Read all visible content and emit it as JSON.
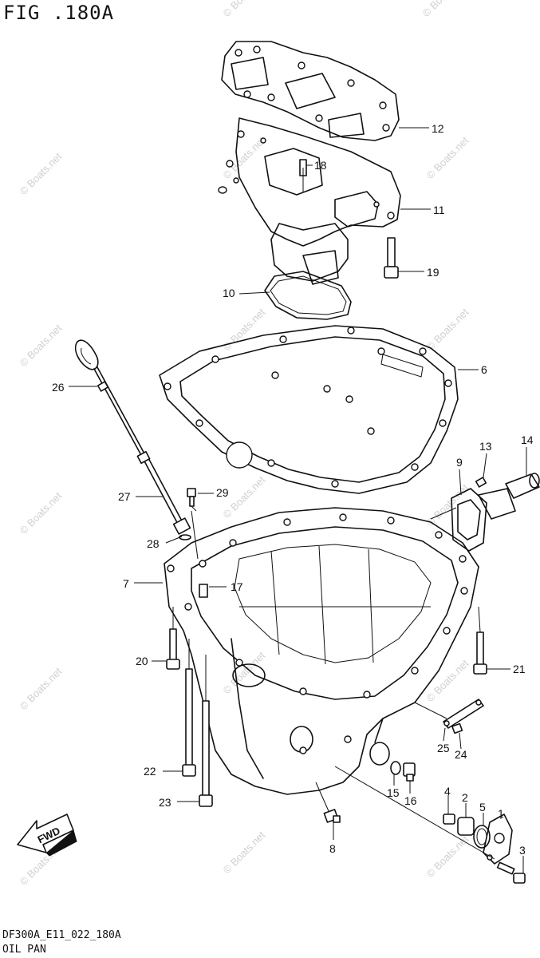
{
  "figure": {
    "title": "FIG .180A",
    "code": "DF300A_E11_022_180A",
    "name": "OIL PAN"
  },
  "watermark": "© Boats.net",
  "callouts": [
    {
      "num": "12"
    },
    {
      "num": "18"
    },
    {
      "num": "11"
    },
    {
      "num": "19"
    },
    {
      "num": "10"
    },
    {
      "num": "6"
    },
    {
      "num": "26"
    },
    {
      "num": "13"
    },
    {
      "num": "14"
    },
    {
      "num": "9"
    },
    {
      "num": "27"
    },
    {
      "num": "29"
    },
    {
      "num": "28"
    },
    {
      "num": "7"
    },
    {
      "num": "17"
    },
    {
      "num": "20"
    },
    {
      "num": "21"
    },
    {
      "num": "22"
    },
    {
      "num": "23"
    },
    {
      "num": "25"
    },
    {
      "num": "24"
    },
    {
      "num": "15"
    },
    {
      "num": "16"
    },
    {
      "num": "4"
    },
    {
      "num": "2"
    },
    {
      "num": "5"
    },
    {
      "num": "1"
    },
    {
      "num": "8"
    },
    {
      "num": "3"
    }
  ],
  "fwd_badge": "FWD"
}
